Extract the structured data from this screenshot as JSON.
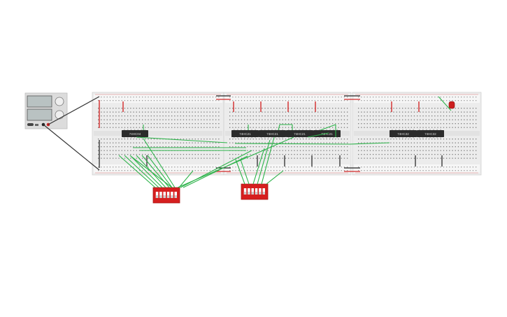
{
  "power_supply": {
    "name": "power-supply",
    "terminals": [
      "negative",
      "positive"
    ]
  },
  "breadboards": [
    {
      "name": "breadboard-1"
    },
    {
      "name": "breadboard-2"
    },
    {
      "name": "breadboard-3"
    }
  ],
  "chips": [
    {
      "label": "74HC04",
      "board": 0
    },
    {
      "label": "74HC21",
      "board": 1
    },
    {
      "label": "74HC21",
      "board": 1
    },
    {
      "label": "74HC21",
      "board": 1
    },
    {
      "label": "74HC21",
      "board": 1
    },
    {
      "label": "74HC32",
      "board": 2
    },
    {
      "label": "74HC32",
      "board": 2
    }
  ],
  "dip_switches": [
    {
      "name": "dip-switch-1",
      "positions": 6
    },
    {
      "name": "dip-switch-2",
      "positions": 6
    }
  ],
  "output_led": {
    "name": "output-led",
    "color": "#cc1f1f"
  },
  "colors": {
    "wire": "#2db34a",
    "power_wire": "#222222",
    "rail_red": "#d42a2a",
    "switch_red": "#d61f1f",
    "board": "#ececec",
    "chip": "#2b2b2b"
  }
}
